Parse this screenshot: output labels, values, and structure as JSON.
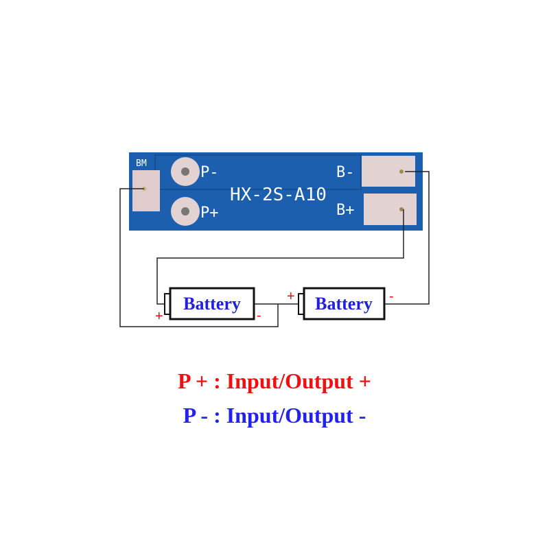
{
  "board": {
    "model": "HX-2S-A10",
    "labels": {
      "bm": "BM",
      "p_minus": "P-",
      "p_plus": "P+",
      "b_minus": "B-",
      "b_plus": "B+"
    },
    "color": "#1b5fae"
  },
  "batteries": [
    {
      "label": "Battery",
      "plus": "+",
      "minus": "-"
    },
    {
      "label": "Battery",
      "plus": "+",
      "minus": "-"
    }
  ],
  "legend": [
    {
      "text": "P + : Input/Output +",
      "color": "#ee1111"
    },
    {
      "text": "P -  : Input/Output -",
      "color": "#2222ee"
    }
  ]
}
